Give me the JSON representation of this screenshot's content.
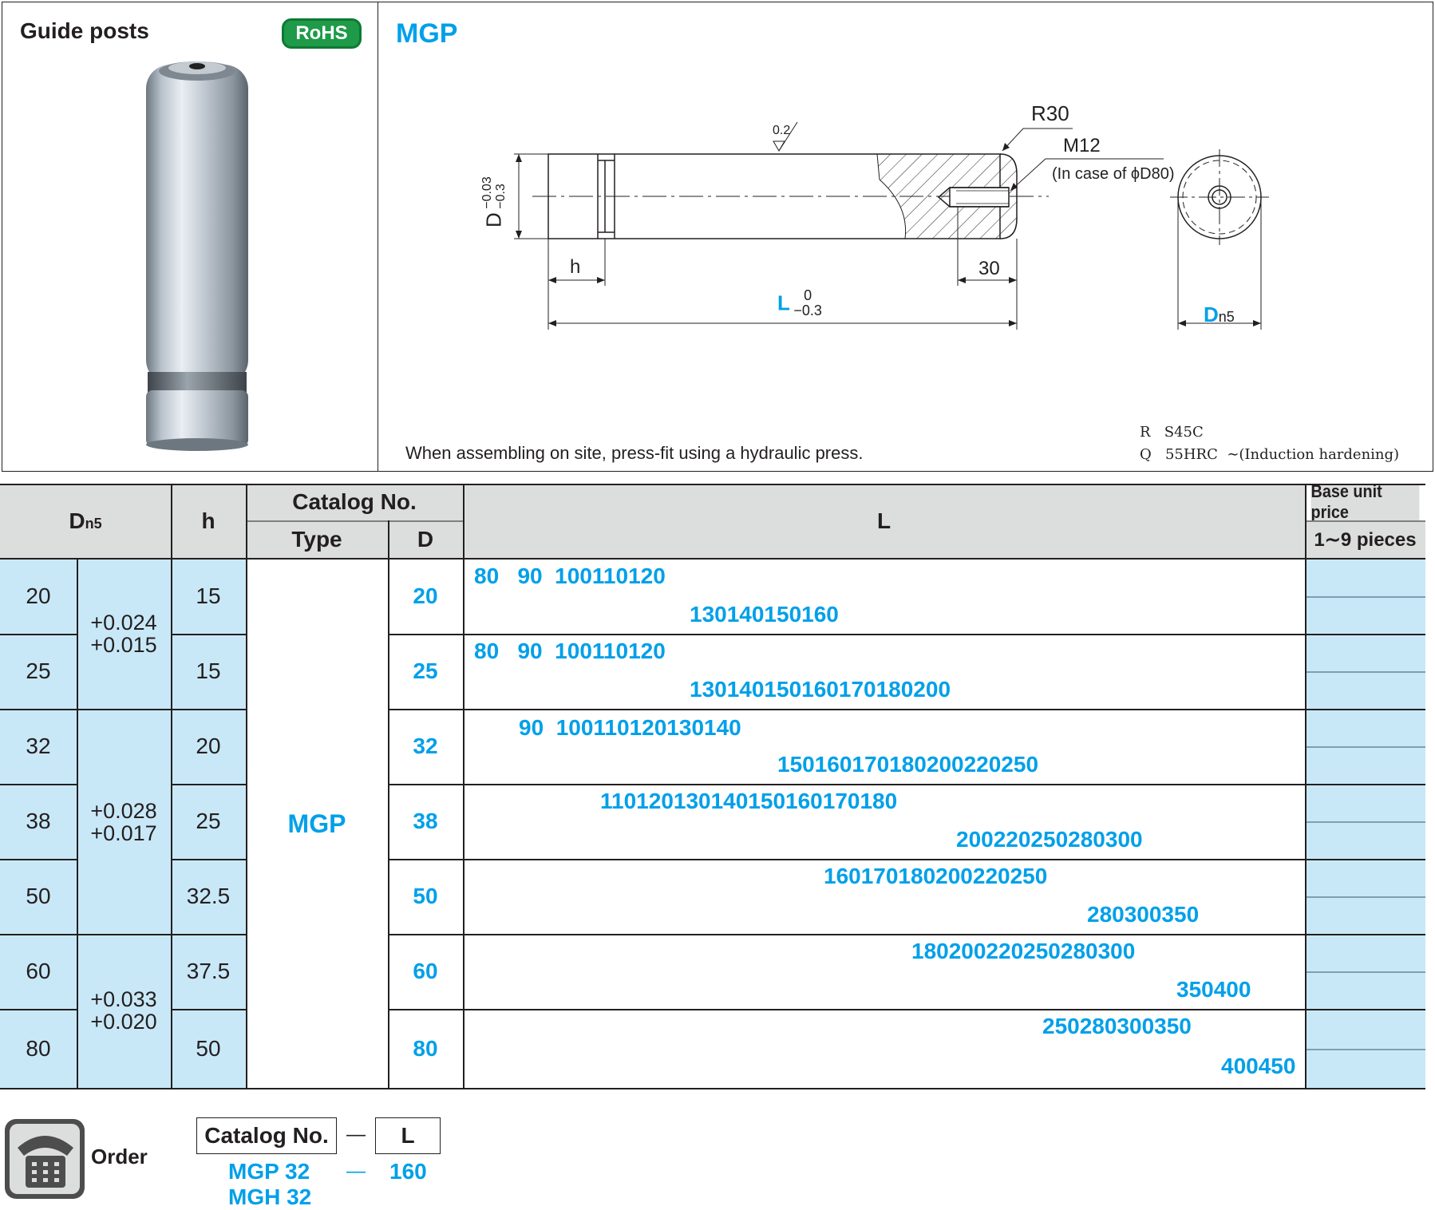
{
  "product_panel": {
    "title": "Guide posts",
    "badge": "RoHS"
  },
  "drawing_panel": {
    "title": "MGP",
    "labels": {
      "flatness": "0.2",
      "radius": "R30",
      "thread": "M12",
      "thread_note": "(In case of ϕD80)",
      "dia_tol": "D",
      "dia_tol_upper": "−0.03",
      "dia_tol_lower": "−0.3",
      "h": "h",
      "dim_30": "30",
      "L": "L",
      "L_upper": "0",
      "L_lower": "−0.3",
      "Dn5_D": "D",
      "Dn5_sub": "n5"
    },
    "note": "When assembling on site, press-fit using a hydraulic press.",
    "materials": [
      {
        "key": "R",
        "value": "S45C",
        "extra": ""
      },
      {
        "key": "Q",
        "value": "55HRC",
        "extra": "∼(Induction hardening)"
      }
    ]
  },
  "table": {
    "headers": {
      "dn5_D": "D",
      "dn5_sub": "n5",
      "h": "h",
      "catalog_no": "Catalog No.",
      "type": "Type",
      "d": "D",
      "l": "L",
      "price": "Base unit price",
      "qty": "1∼9 pieces"
    },
    "type_value": "MGP",
    "tolerances": [
      {
        "upper": "+0.024",
        "lower": "+0.015"
      },
      {
        "upper": "+0.028",
        "lower": "+0.017"
      },
      {
        "upper": "+0.033",
        "lower": "+0.020"
      }
    ],
    "rows": [
      {
        "dn5": "20",
        "h": "15",
        "d": "20",
        "l_line1": "80   90  100110120",
        "l_line2": "130140150160"
      },
      {
        "dn5": "25",
        "h": "15",
        "d": "25",
        "l_line1": "80   90  100110120",
        "l_line2": "130140150160170180200"
      },
      {
        "dn5": "32",
        "h": "20",
        "d": "32",
        "l_line1": "90  100110120130140",
        "l_line2": "150160170180200220250"
      },
      {
        "dn5": "38",
        "h": "25",
        "d": "38",
        "l_line1": "110120130140150160170180",
        "l_line2": "200220250280300"
      },
      {
        "dn5": "50",
        "h": "32.5",
        "d": "50",
        "l_line1": "160170180200220250",
        "l_line2": "280300350"
      },
      {
        "dn5": "60",
        "h": "37.5",
        "d": "60",
        "l_line1": "180200220250280300",
        "l_line2": "350400"
      },
      {
        "dn5": "80",
        "h": "50",
        "d": "80",
        "l_line1": "250280300350",
        "l_line2": "400450"
      }
    ]
  },
  "order": {
    "label": "Order",
    "catalog_header": "Catalog No.",
    "dash": "―",
    "l_header": "L",
    "example1_catalog": "MGP 32",
    "example1_dash": "―",
    "example1_l": "160",
    "example2_catalog": "MGH 32"
  }
}
